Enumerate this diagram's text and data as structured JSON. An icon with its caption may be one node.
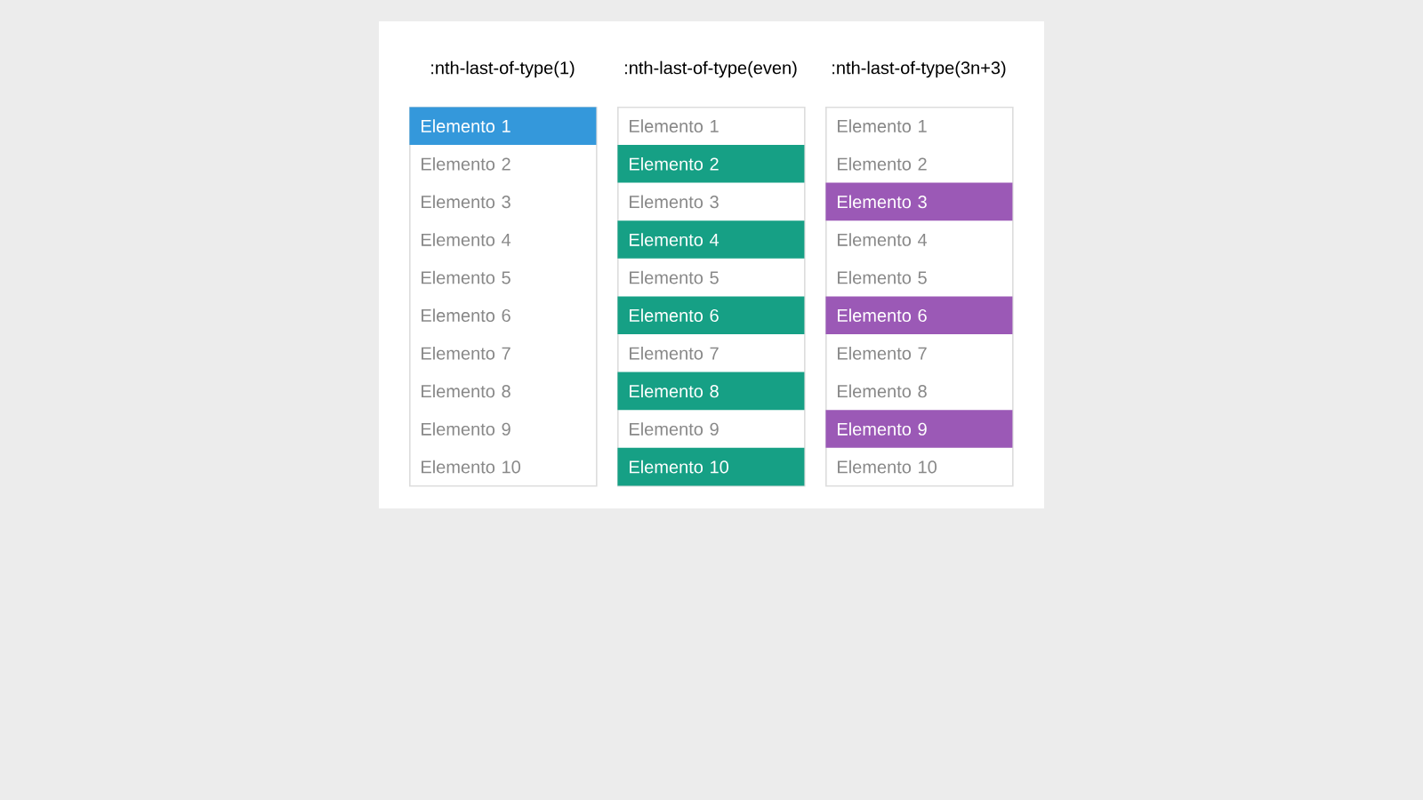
{
  "diagram": {
    "nodes": [
      {
        "text": [
          ":nth-last-of-type(1)"
        ]
      },
      {
        "text": [
          "Elemento 1"
        ],
        "in": 0
      },
      {
        "text": [
          "Elemento 2"
        ],
        "in": 0
      },
      {
        "text": [
          "Elemento 3"
        ],
        "in": 0
      },
      {
        "text": [
          "Elemento 4"
        ],
        "in": 0
      },
      {
        "text": [
          "Elemento 5"
        ],
        "in": 0
      },
      {
        "text": [
          "Elemento 6"
        ],
        "in": 0
      },
      {
        "text": [
          "Elemento 7"
        ],
        "in": 0
      },
      {
        "text": [
          "Elemento 8"
        ],
        "in": 0
      },
      {
        "text": [
          "Elemento 9"
        ],
        "in": 0
      },
      {
        "text": [
          "Elemento 10"
        ],
        "in": 0
      },
      {
        "text": [
          ":nth-last-of-type(even)"
        ]
      },
      {
        "text": [
          "Elemento 1"
        ],
        "in": 11
      },
      {
        "text": [
          "Elemento 2"
        ],
        "in": 11
      },
      {
        "text": [
          "Elemento 3"
        ],
        "in": 11
      },
      {
        "text": [
          "Elemento 4"
        ],
        "in": 11
      },
      {
        "text": [
          "Elemento 5"
        ],
        "in": 11
      },
      {
        "text": [
          "Elemento 6"
        ],
        "in": 11
      },
      {
        "text": [
          "Elemento 7"
        ],
        "in": 11
      },
      {
        "text": [
          "Elemento 8"
        ],
        "in": 11
      },
      {
        "text": [
          "Elemento 9"
        ],
        "in": 11
      },
      {
        "text": [
          "Elemento 10"
        ],
        "in": 11
      },
      {
        "text": [
          ":nth-last-of-type(3n+3)"
        ]
      },
      {
        "text": [
          "Elemento 1"
        ],
        "in": 22
      },
      {
        "text": [
          "Elemento 2"
        ],
        "in": 22
      },
      {
        "text": [
          "Elemento 3"
        ],
        "in": 22
      },
      {
        "text": [
          "Elemento 4"
        ],
        "in": 22
      },
      {
        "text": [
          "Elemento 5"
        ],
        "in": 22
      },
      {
        "text": [
          "Elemento 6"
        ],
        "in": 22
      },
      {
        "text": [
          "Elemento 7"
        ],
        "in": 22
      },
      {
        "text": [
          "Elemento 8"
        ],
        "in": 22
      },
      {
        "text": [
          "Elemento 9"
        ],
        "in": 22
      },
      {
        "text": [
          "Elemento 10"
        ],
        "in": 22
      }
    ]
  }
}
